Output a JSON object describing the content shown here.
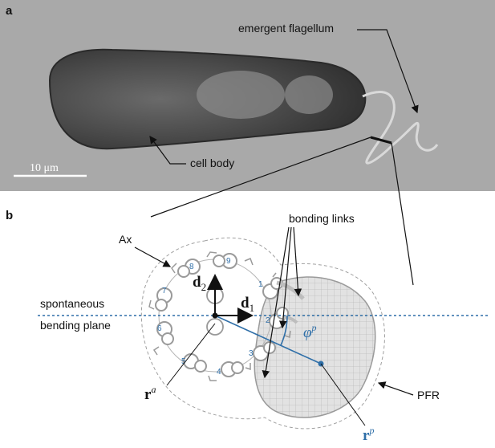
{
  "panel_a": {
    "letter": "a",
    "label_flagellum": "emergent flagellum",
    "label_cell_body": "cell body",
    "scale_bar": "10 μm"
  },
  "panel_b": {
    "letter": "b",
    "label_ax": "Ax",
    "label_bonding_links": "bonding links",
    "label_plane_1": "spontaneous",
    "label_plane_2": "bending plane",
    "label_pfr": "PFR",
    "label_d1": "d",
    "label_d1_sub": "1",
    "label_d2": "d",
    "label_d2_sub": "2",
    "label_ra": "r",
    "label_ra_sup": "a",
    "label_rp": "r",
    "label_rp_sup": "p",
    "label_phi": "φ",
    "label_phi_sup": "p",
    "doublets": [
      "1",
      "2",
      "3",
      "4",
      "5",
      "6",
      "7",
      "8",
      "9"
    ]
  },
  "colors": {
    "accent": "#2f6fa8",
    "grey": "#9a9a9a",
    "pfr_fill": "#e2e2e2"
  }
}
